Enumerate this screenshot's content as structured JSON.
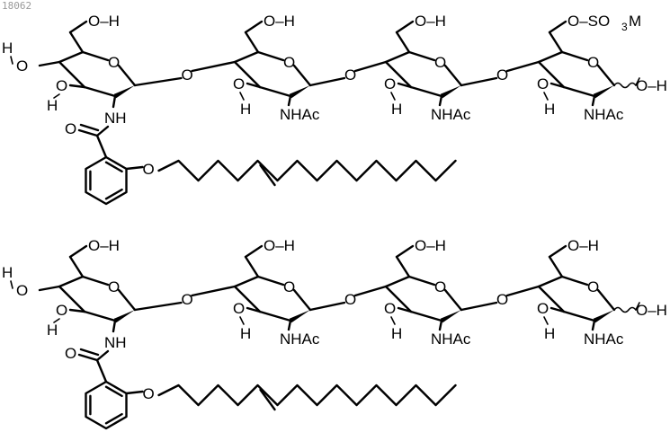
{
  "image_code": "18062",
  "labels": {
    "oh": "O–H",
    "ho": "H–O",
    "h": "H",
    "o": "O",
    "nh": "NH",
    "nhac": "NHAc",
    "oh_end": "OH",
    "sulfate_prefix": "O–SO",
    "sulfate_sub": "3",
    "sulfate_suffix": "M"
  },
  "structures": [
    {
      "id": "top",
      "sulfated": true
    },
    {
      "id": "bottom",
      "sulfated": false
    }
  ]
}
